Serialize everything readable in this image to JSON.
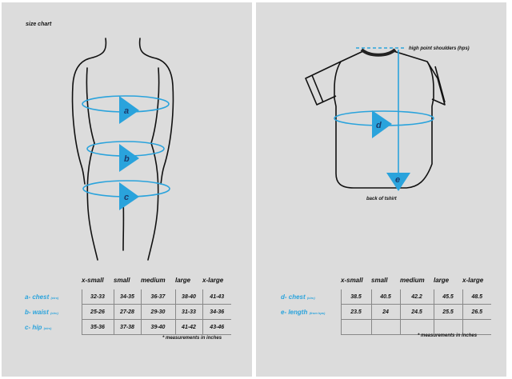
{
  "body_chart": {
    "title": "size chart",
    "marker_labels": [
      "a",
      "b",
      "c"
    ],
    "columns": [
      "x-small",
      "small",
      "medium",
      "large",
      "x-large"
    ],
    "rows": [
      {
        "label": "a- chest",
        "unit": "(circ)",
        "values": [
          "32-33",
          "34-35",
          "36-37",
          "38-40",
          "41-43"
        ]
      },
      {
        "label": "b- waist",
        "unit": "(circ)",
        "values": [
          "25-26",
          "27-28",
          "29-30",
          "31-33",
          "34-36"
        ]
      },
      {
        "label": "c- hip",
        "unit": "(circ)",
        "values": [
          "35-36",
          "37-38",
          "39-40",
          "41-42",
          "43-46"
        ]
      }
    ],
    "note": "* measurements in inches"
  },
  "shirt_chart": {
    "hps_label": "high point shoulders (hps)",
    "back_label": "back of tshirt",
    "marker_labels": [
      "d",
      "e"
    ],
    "columns": [
      "x-small",
      "small",
      "medium",
      "large",
      "x-large"
    ],
    "rows": [
      {
        "label": "d- chest",
        "unit": "(circ)",
        "values": [
          "38.5",
          "40.5",
          "42.2",
          "45.5",
          "48.5"
        ]
      },
      {
        "label": "e- length",
        "unit": "(from hps)",
        "values": [
          "23.5",
          "24",
          "24.5",
          "25.5",
          "26.5"
        ]
      },
      {
        "label": "",
        "unit": "",
        "values": [
          "",
          "",
          "",
          "",
          ""
        ]
      }
    ],
    "note": "* measurements in inches"
  },
  "colors": {
    "accent": "#2aa3dc",
    "panel": "#dcdcdc",
    "outline": "#111111",
    "letter": "#1b3a6b"
  }
}
